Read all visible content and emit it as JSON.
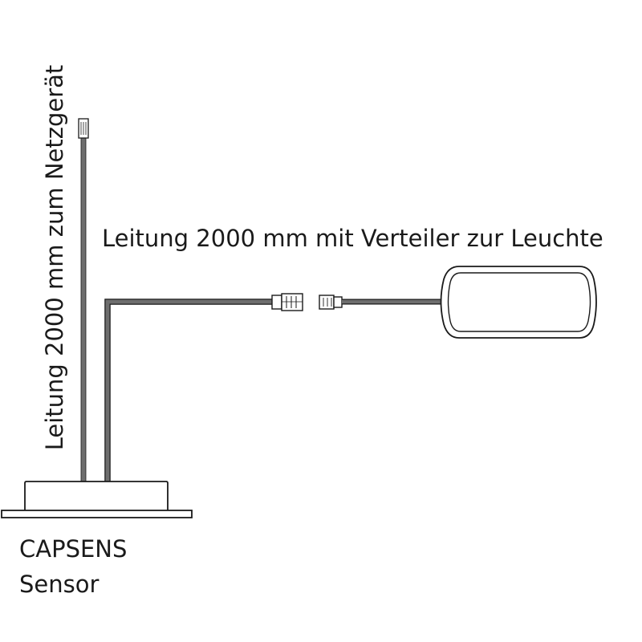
{
  "labels": {
    "horizontal_cable": "Leitung 2000 mm mit Verteiler zur Leuchte",
    "vertical_cable": "Leitung 2000 mm zum Netzgerät",
    "sensor_line1": "CAPSENS",
    "sensor_line2": "Sensor"
  },
  "colors": {
    "outline": "#1a1a1a",
    "cable": "#707070",
    "background": "#ffffff"
  }
}
